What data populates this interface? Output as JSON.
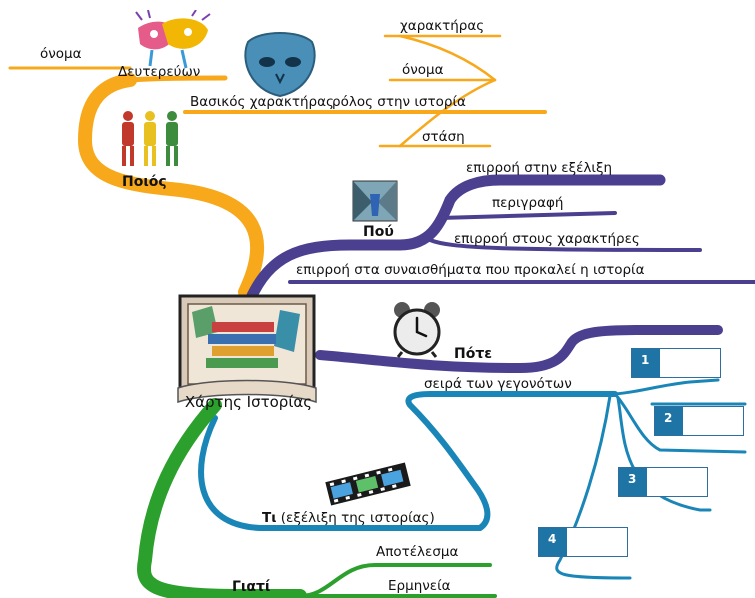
{
  "hub": {
    "label": "Χάρτης Ιστορίας"
  },
  "branches": {
    "who": {
      "label": "Ποιός",
      "secondary": {
        "label": "Δευτερεύων",
        "children": [
          "όνομα"
        ]
      },
      "main": {
        "label": "Βασικός χαρακτήρας",
        "children": [
          "χαρακτήρας",
          "όνομα",
          "ρόλος στην ιστορία",
          "στάση"
        ]
      }
    },
    "where": {
      "label": "Πού",
      "children": [
        "επιρροή στην εξέλιξη",
        "περιγραφή",
        "επιρροή στους χαρακτήρες",
        "επιρροή στα συναισθήματα που προκαλεί η ιστορία"
      ]
    },
    "when": {
      "label": "Πότε"
    },
    "what": {
      "label": "Τι",
      "label_suffix": "(εξέλιξη της ιστορίας)",
      "sequence_label": "σειρά των γεγονότων",
      "steps": [
        "1",
        "2",
        "3",
        "4"
      ]
    },
    "why": {
      "label": "Γιατί",
      "children": [
        "Αποτέλεσμα",
        "Ερμηνεία"
      ]
    }
  },
  "colors": {
    "who": "#f7a81b",
    "where": "#4b3f8f",
    "when": "#4b3f8f",
    "what": "#1a86b8",
    "why": "#2ca02c"
  }
}
